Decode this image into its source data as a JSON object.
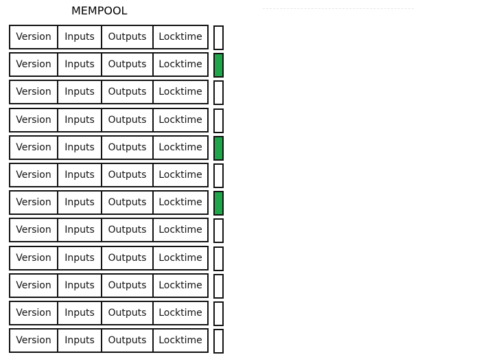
{
  "title": "MEMPOOL",
  "columns": [
    "Version",
    "Inputs",
    "Outputs",
    "Locktime"
  ],
  "colors": {
    "selected": "#1fa64a",
    "border": "#111111"
  },
  "rows": [
    {
      "version": "Version",
      "inputs": "Inputs",
      "outputs": "Outputs",
      "locktime": "Locktime",
      "selected": false
    },
    {
      "version": "Version",
      "inputs": "Inputs",
      "outputs": "Outputs",
      "locktime": "Locktime",
      "selected": true
    },
    {
      "version": "Version",
      "inputs": "Inputs",
      "outputs": "Outputs",
      "locktime": "Locktime",
      "selected": false
    },
    {
      "version": "Version",
      "inputs": "Inputs",
      "outputs": "Outputs",
      "locktime": "Locktime",
      "selected": false
    },
    {
      "version": "Version",
      "inputs": "Inputs",
      "outputs": "Outputs",
      "locktime": "Locktime",
      "selected": true
    },
    {
      "version": "Version",
      "inputs": "Inputs",
      "outputs": "Outputs",
      "locktime": "Locktime",
      "selected": false
    },
    {
      "version": "Version",
      "inputs": "Inputs",
      "outputs": "Outputs",
      "locktime": "Locktime",
      "selected": true
    },
    {
      "version": "Version",
      "inputs": "Inputs",
      "outputs": "Outputs",
      "locktime": "Locktime",
      "selected": false
    },
    {
      "version": "Version",
      "inputs": "Inputs",
      "outputs": "Outputs",
      "locktime": "Locktime",
      "selected": false
    },
    {
      "version": "Version",
      "inputs": "Inputs",
      "outputs": "Outputs",
      "locktime": "Locktime",
      "selected": false
    },
    {
      "version": "Version",
      "inputs": "Inputs",
      "outputs": "Outputs",
      "locktime": "Locktime",
      "selected": false
    },
    {
      "version": "Version",
      "inputs": "Inputs",
      "outputs": "Outputs",
      "locktime": "Locktime",
      "selected": false
    }
  ]
}
